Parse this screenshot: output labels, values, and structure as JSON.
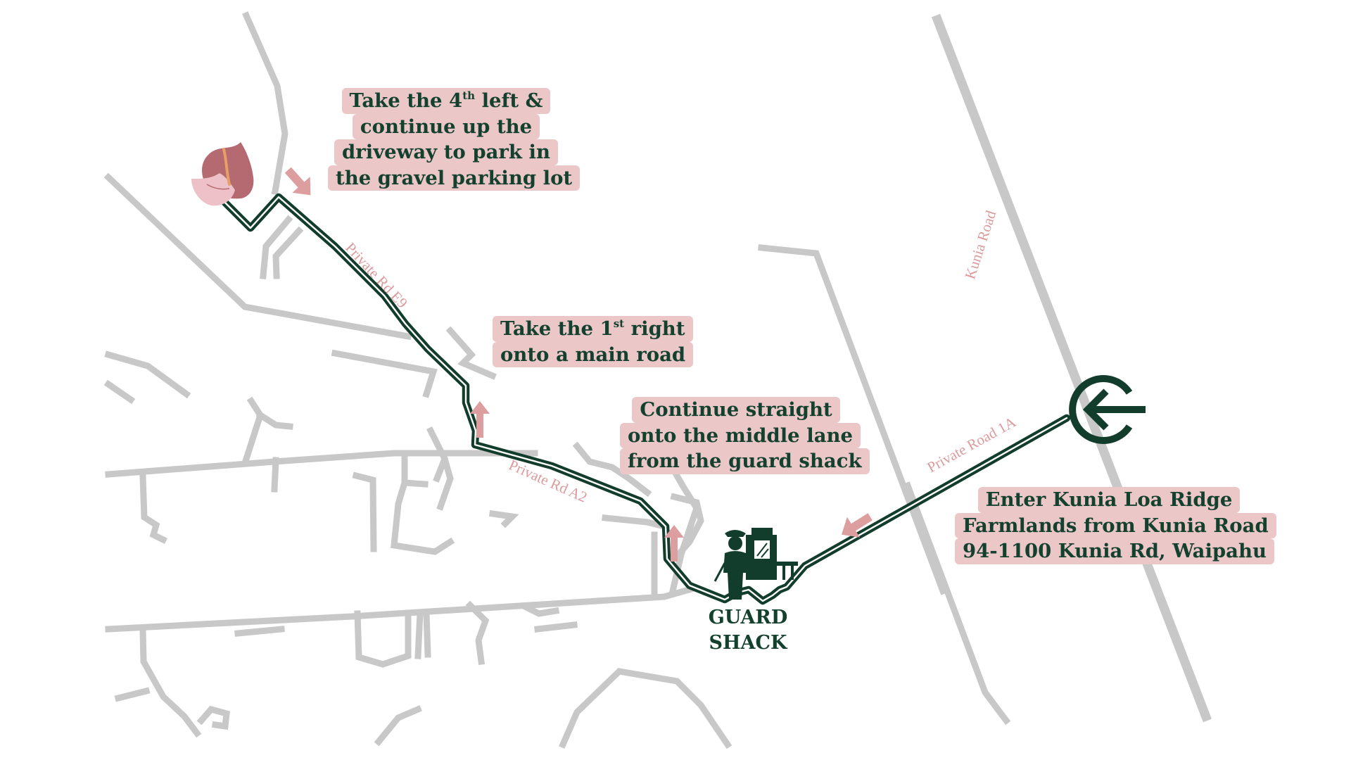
{
  "colors": {
    "road": "#c8c8c8",
    "route": "#123d2c",
    "accent_pink": "#dd9ea0",
    "callout_background": "#ebc7c8",
    "text_dark_green": "#14402e",
    "road_label": "#dc9a9d",
    "anthurium_dark": "#b56a71",
    "anthurium_light": "#edc1c7",
    "anthurium_spadix": "#e6a067",
    "background": "#ffffff"
  },
  "icons": {
    "destination": "anthurium-flower-icon",
    "start": "enter-arrow-icon",
    "guard_shack": "guard-booth-icon",
    "direction_arrows": "pink-direction-arrow-icon"
  },
  "road_labels": {
    "kunia_road": "Kunia Road",
    "private_road_1a": "Private Road 1A",
    "private_rd_a2": "Private Rd A2",
    "private_rd_e9": "Private Rd E9"
  },
  "callouts": {
    "enter": {
      "line1": "Enter Kunia Loa Ridge",
      "line2": "Farmlands from Kunia Road",
      "line3": "94-1100 Kunia Rd, Waipahu"
    },
    "continue": {
      "line1": "Continue straight",
      "line2": "onto the middle lane",
      "line3": "from the guard shack"
    },
    "first_right": {
      "line1_before": "Take the 1",
      "line1_sup": "st",
      "line1_after": " right",
      "line2": "onto a main road"
    },
    "fourth_left": {
      "line1_before": "Take the 4",
      "line1_sup": "th",
      "line1_after": " left &",
      "line2": "continue up the",
      "line3": "driveway to park in",
      "line4": "the gravel parking lot"
    }
  },
  "guard_shack": {
    "line1": "GUARD",
    "line2": "SHACK"
  }
}
